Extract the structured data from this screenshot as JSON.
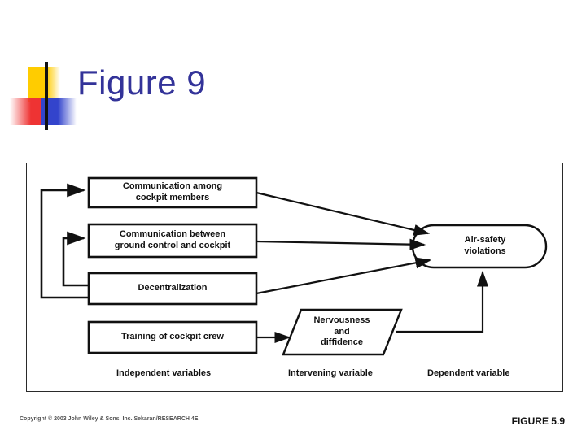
{
  "slide": {
    "title": "Figure 9",
    "title_color": "#333399",
    "background": "#ffffff"
  },
  "logo": {
    "name": "wiley-slide-logo",
    "colors": {
      "yellow": "#ffcc00",
      "red": "#ee3333",
      "blue": "#3344cc",
      "bar": "#111111"
    }
  },
  "diagram": {
    "type": "flow-diagram",
    "border_color": "#2a2a2a",
    "nodes": [
      {
        "id": "comm_cockpit",
        "label": "Communication among\ncockpit members",
        "shape": "rect",
        "group": "independent"
      },
      {
        "id": "comm_ground",
        "label": "Communication between\nground control and cockpit",
        "shape": "rect",
        "group": "independent"
      },
      {
        "id": "decentralization",
        "label": "Decentralization",
        "shape": "rect",
        "group": "independent"
      },
      {
        "id": "training",
        "label": "Training of cockpit crew",
        "shape": "rect",
        "group": "independent"
      },
      {
        "id": "nervousness",
        "label": "Nervousness\nand\ndiffidence",
        "shape": "parallelogram",
        "group": "intervening"
      },
      {
        "id": "air_safety",
        "label": "Air-safety\nviolations",
        "shape": "stadium",
        "group": "dependent"
      }
    ],
    "edges": [
      {
        "from": "comm_cockpit",
        "to": "air_safety",
        "style": "straight"
      },
      {
        "from": "comm_ground",
        "to": "air_safety",
        "style": "straight"
      },
      {
        "from": "decentralization",
        "to": "air_safety",
        "style": "straight"
      },
      {
        "from": "training",
        "to": "nervousness",
        "style": "straight"
      },
      {
        "from": "nervousness",
        "to": "air_safety",
        "style": "orthogonal"
      },
      {
        "from": "decentralization",
        "to": "comm_cockpit",
        "style": "orthogonal-feedback"
      },
      {
        "from": "decentralization",
        "to": "comm_ground",
        "style": "orthogonal-feedback"
      }
    ],
    "column_labels": [
      "Independent variables",
      "Intervening variable",
      "Dependent variable"
    ]
  },
  "footer": {
    "copyright": "Copyright © 2003 John Wiley & Sons, Inc.    Sekaran/RESEARCH 4E",
    "figure_number": "FIGURE 5.9"
  }
}
